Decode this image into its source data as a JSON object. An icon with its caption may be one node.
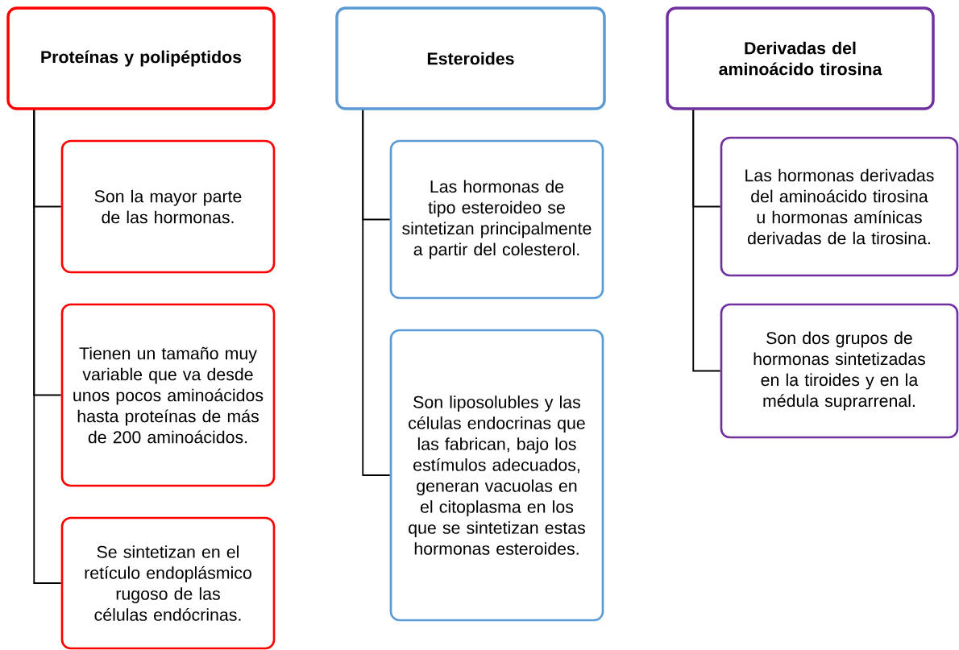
{
  "diagram": {
    "nodes": [
      {
        "text": [
          "Proteínas y polipéptidos"
        ]
      },
      {
        "text": [
          "Son la mayor parte de las hormonas."
        ]
      },
      {
        "text": [
          "Tienen un tamaño muy variable que va desde unos pocos aminoácidos hasta proteínas de más de 200 aminoácidos."
        ]
      },
      {
        "text": [
          "Se sintetizan en el retículo endoplásmico rugoso de las células endócrinas."
        ]
      },
      {
        "text": [
          "Esteroides"
        ]
      },
      {
        "text": [
          "Las hormonas de tipo esteroideo se sintetizan principalmente a partir del colesterol."
        ]
      },
      {
        "text": [
          "Son liposolubles y las células endocrinas que las fabrican, bajo los estímulos adecuados, generan vacuolas en el citoplasma en los que se sintetizan estas hormonas esteroides."
        ]
      },
      {
        "text": [
          "Derivadas del aminoácido tirosina"
        ]
      },
      {
        "text": [
          "Las hormonas derivadas del aminoácido tirosina u hormonas amínicas derivadas de la tirosina."
        ]
      },
      {
        "text": [
          "Son dos grupos de hormonas sintetizadas en la tiroides y en la médula suprarrenal."
        ]
      }
    ],
    "edges": [
      {
        "from": 0,
        "to": 1,
        "arrow": "none"
      },
      {
        "from": 0,
        "to": 2,
        "arrow": "none"
      },
      {
        "from": 0,
        "to": 3,
        "arrow": "none"
      },
      {
        "from": 4,
        "to": 5,
        "arrow": "none"
      },
      {
        "from": 4,
        "to": 6,
        "arrow": "none"
      },
      {
        "from": 7,
        "to": 8,
        "arrow": "none"
      },
      {
        "from": 7,
        "to": 9,
        "arrow": "none"
      }
    ]
  }
}
